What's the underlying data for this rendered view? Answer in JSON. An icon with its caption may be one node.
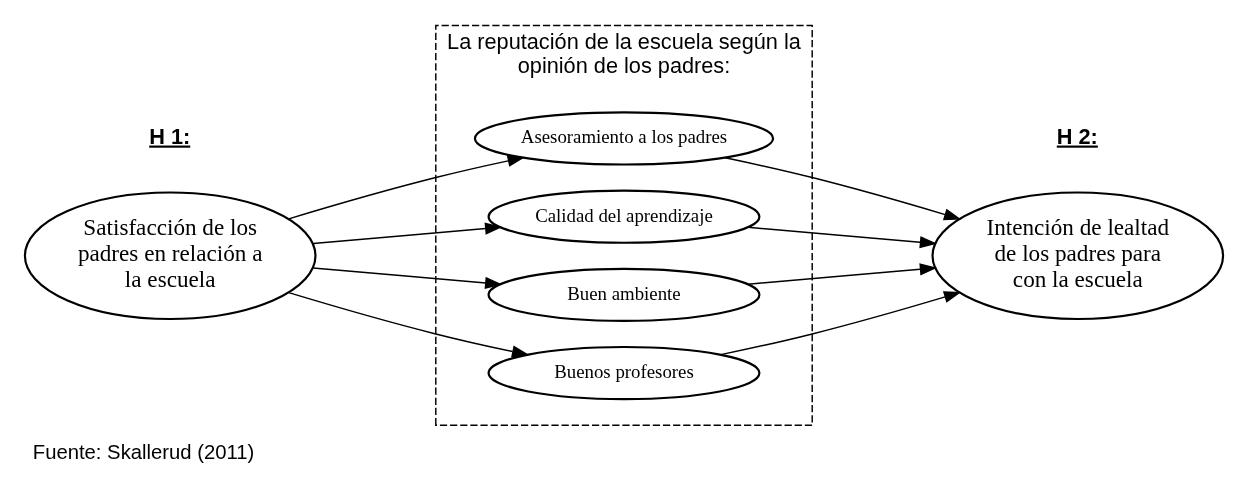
{
  "diagram": {
    "caption": "Fuente: Skallerud (2011)",
    "nodes": [
      {
        "text": [
          "Satisfacción de los padres en relación a la escuela"
        ]
      },
      {
        "text": [
          "La reputación de la escuela según la opinión de los padres:"
        ]
      },
      {
        "text": [
          "Asesoramiento a los padres"
        ],
        "in": 1
      },
      {
        "text": [
          "Calidad del aprendizaje"
        ],
        "in": 1
      },
      {
        "text": [
          "Buen ambiente"
        ],
        "in": 1
      },
      {
        "text": [
          "Buenos profesores"
        ],
        "in": 1
      },
      {
        "text": [
          "Intención de lealtad de los padres para con la escuela"
        ]
      }
    ],
    "edges": [
      {
        "from": 0,
        "to": 2,
        "arrow": "to"
      },
      {
        "from": 0,
        "to": 3,
        "arrow": "to"
      },
      {
        "from": 0,
        "to": 4,
        "arrow": "to"
      },
      {
        "from": 0,
        "to": 5,
        "arrow": "to"
      },
      {
        "from": 2,
        "to": 6,
        "arrow": "to"
      },
      {
        "from": 3,
        "to": 6,
        "arrow": "to"
      },
      {
        "from": 4,
        "to": 6,
        "arrow": "to"
      },
      {
        "from": 5,
        "to": 6,
        "arrow": "to"
      }
    ],
    "labels": [
      "H 1:",
      "H 2:"
    ]
  }
}
